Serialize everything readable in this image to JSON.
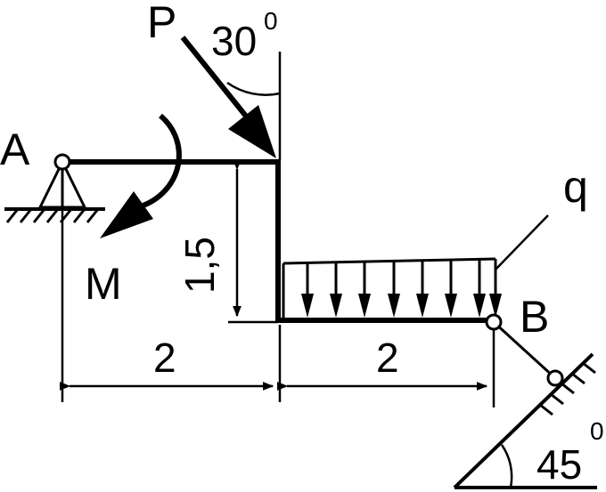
{
  "diagram": {
    "load_label": "P",
    "moment_label": "M",
    "distributed_label": "q",
    "support_a_label": "A",
    "support_b_label": "B",
    "angle_p_value": "30",
    "angle_p_degree": "0",
    "angle_slope_value": "45",
    "angle_slope_degree": "0",
    "height_dim": "1,5",
    "left_span_dim": "2",
    "right_span_dim": "2"
  },
  "colors": {
    "line": "#000000",
    "background": "#ffffff"
  }
}
